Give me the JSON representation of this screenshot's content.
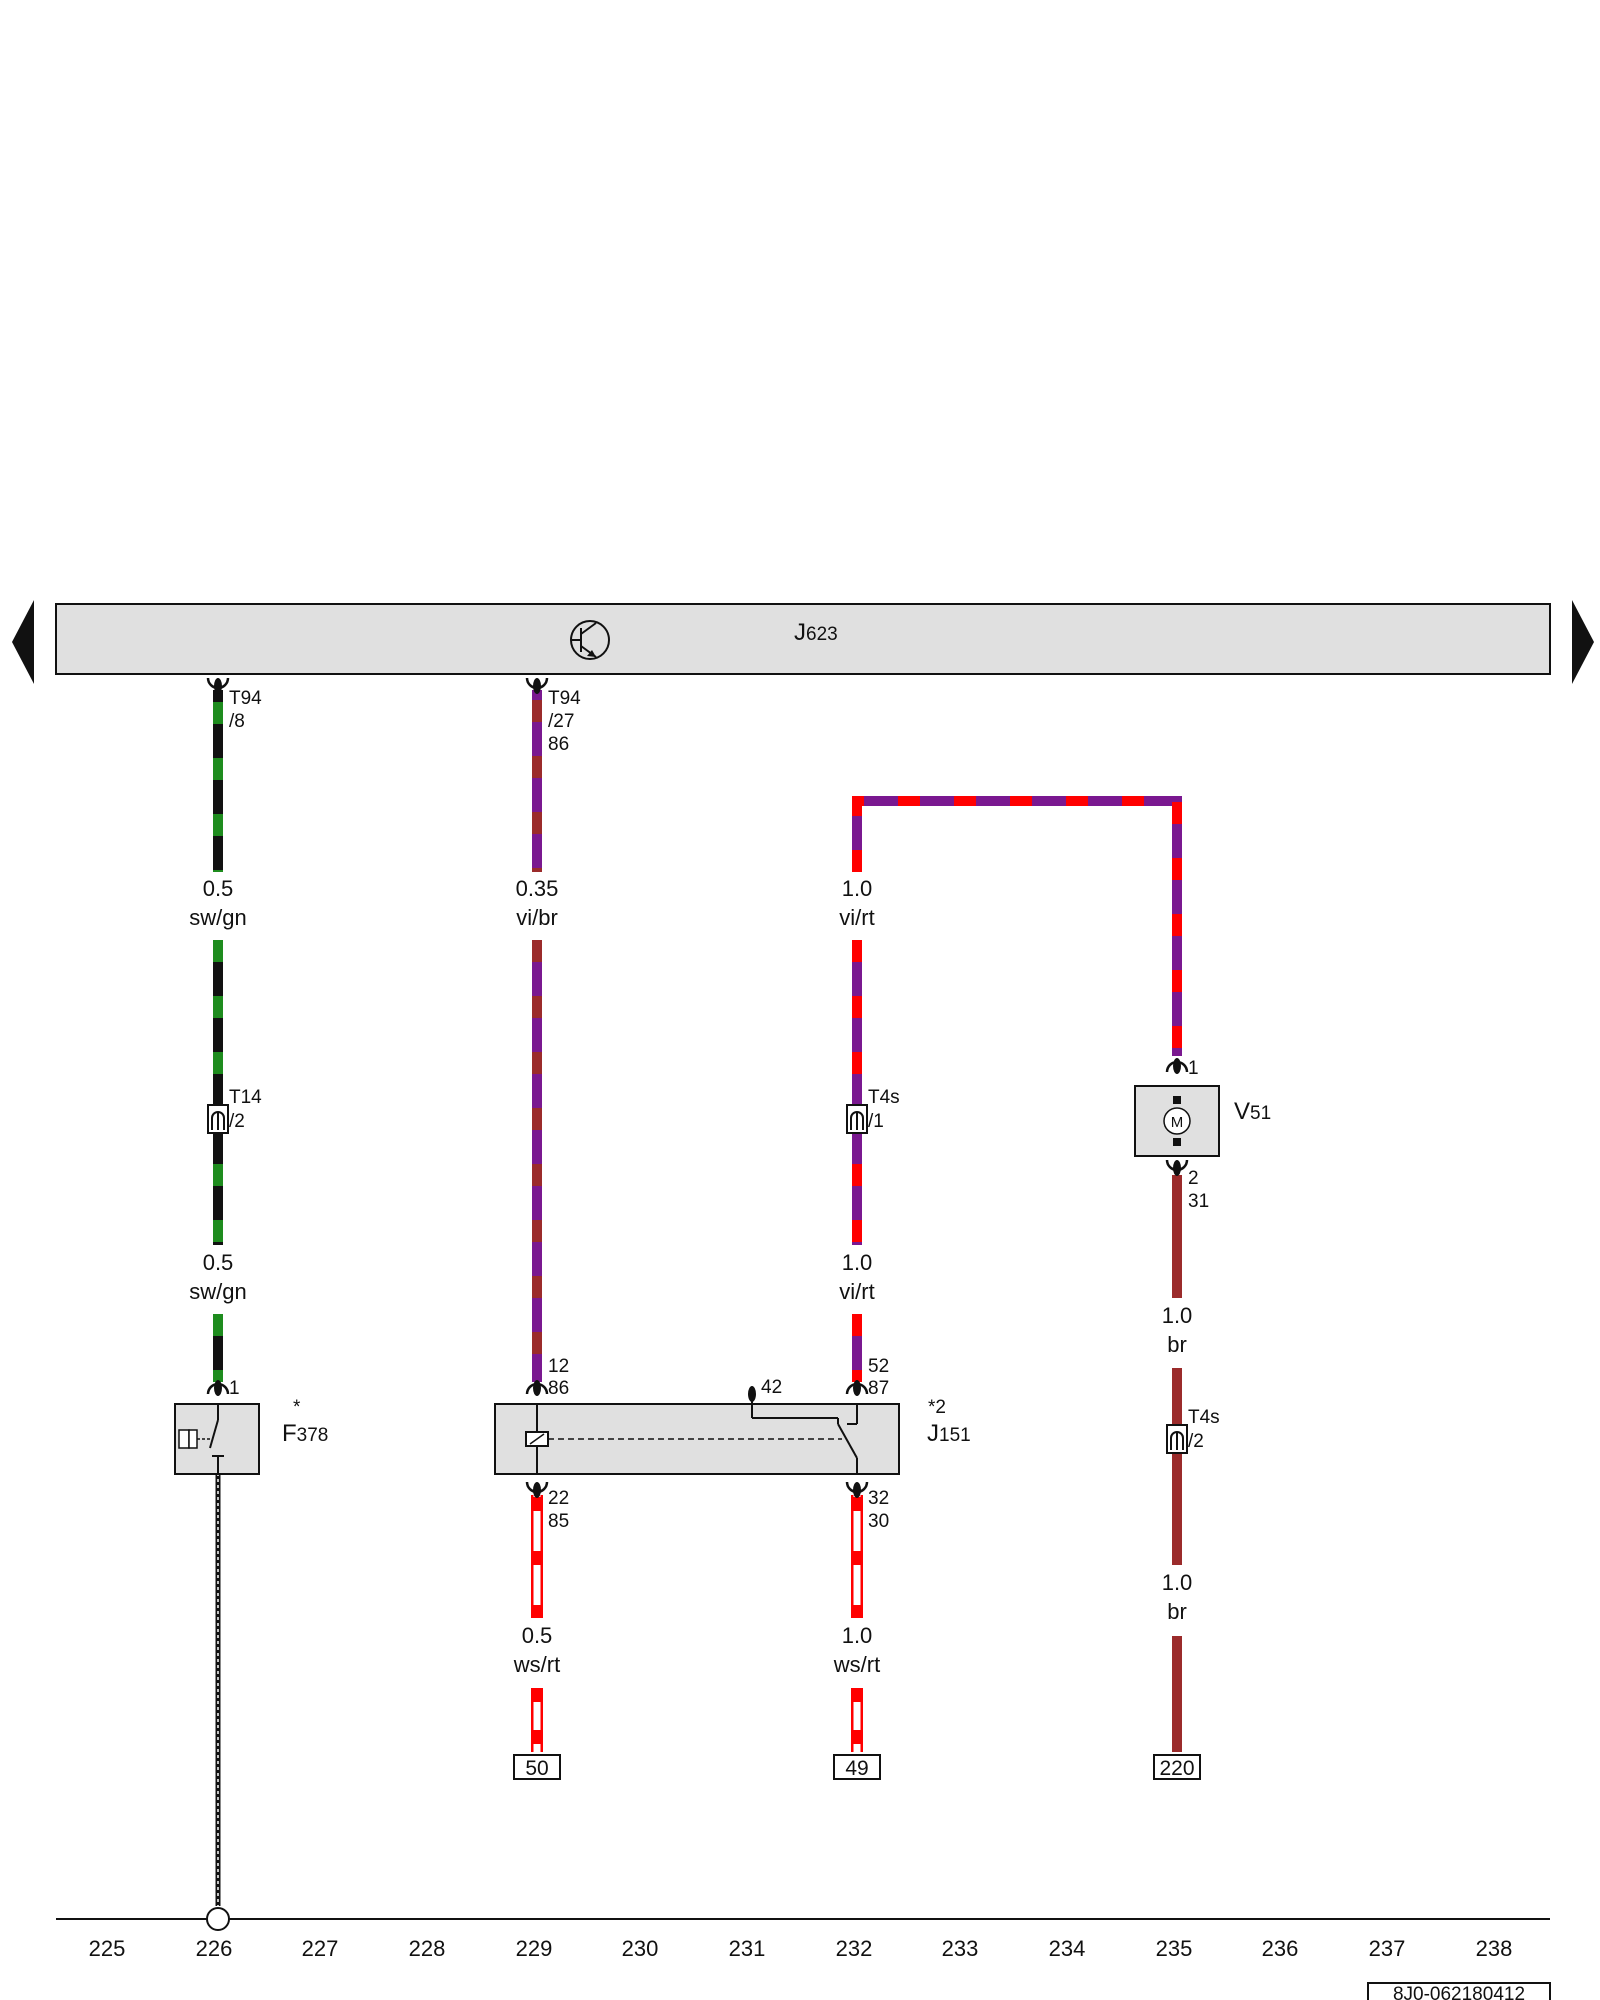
{
  "control_unit": {
    "label_main": "J",
    "label_sub": "623"
  },
  "nav": {
    "left_icon": "triangle-left-icon",
    "right_icon": "triangle-right-icon"
  },
  "pins": {
    "j623_t94_8": [
      "T94",
      "/8"
    ],
    "j623_t94_27": [
      "T94",
      "/27",
      "86"
    ],
    "t14": [
      "T14",
      "/2"
    ],
    "t4s_1": [
      "T4s",
      "/1"
    ],
    "t4s_2": [
      "T4s",
      "/2"
    ],
    "f378_1": "1",
    "j151_top_left": [
      "12",
      "86"
    ],
    "j151_42": "42",
    "j151_top_right": [
      "52",
      "87"
    ],
    "j151_bottom_left": [
      "22",
      "85"
    ],
    "j151_bottom_right": [
      "32",
      "30"
    ],
    "v51_top": "1",
    "v51_bottom": [
      "2",
      "31"
    ]
  },
  "wires": [
    {
      "size": "0.5",
      "color": "sw/gn"
    },
    {
      "size": "0.5",
      "color": "sw/gn"
    },
    {
      "size": "0.35",
      "color": "vi/br"
    },
    {
      "size": "1.0",
      "color": "vi/rt"
    },
    {
      "size": "1.0",
      "color": "vi/rt"
    },
    {
      "size": "1.0",
      "color": "br"
    },
    {
      "size": "1.0",
      "color": "br"
    },
    {
      "size": "0.5",
      "color": "ws/rt"
    },
    {
      "size": "1.0",
      "color": "ws/rt"
    }
  ],
  "components": {
    "f378": {
      "star": "*",
      "main": "F",
      "sub": "378"
    },
    "j151": {
      "star": "*2",
      "main": "J",
      "sub": "151"
    },
    "v51": {
      "main": "V",
      "sub": "51",
      "motor": "M"
    }
  },
  "references": [
    "50",
    "49",
    "220"
  ],
  "axis_numbers": [
    "225",
    "226",
    "227",
    "228",
    "229",
    "230",
    "231",
    "232",
    "233",
    "234",
    "235",
    "236",
    "237",
    "238"
  ],
  "doc_id": "8J0-062180412",
  "wire_colors": {
    "black": "#111111",
    "green": "#1e8c1e",
    "violet": "#7a1890",
    "brown": "#9b2b2b",
    "red": "#ff0000",
    "white": "#ffffff"
  }
}
